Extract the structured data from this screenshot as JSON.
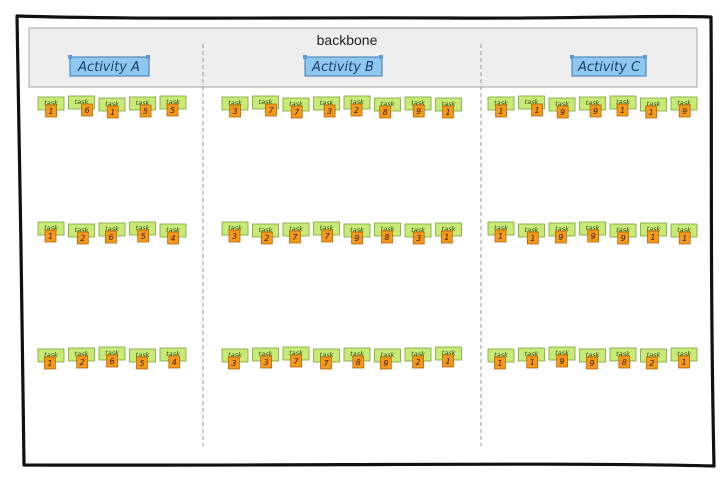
{
  "backbone": {
    "title": "backbone"
  },
  "activities": [
    {
      "label": "Activity A",
      "task_label": "task",
      "rows": [
        [
          "1",
          "6",
          "1",
          "5",
          "5"
        ],
        [
          "1",
          "2",
          "6",
          "5",
          "4"
        ],
        [
          "1",
          "2",
          "6",
          "5",
          "4"
        ]
      ]
    },
    {
      "label": "Activity B",
      "task_label": "task",
      "rows": [
        [
          "3",
          "7",
          "7",
          "3",
          "2",
          "8",
          "9",
          "1"
        ],
        [
          "3",
          "2",
          "7",
          "7",
          "9",
          "8",
          "3",
          "1"
        ],
        [
          "3",
          "3",
          "7",
          "7",
          "8",
          "9",
          "2",
          "1"
        ]
      ]
    },
    {
      "label": "Activity C",
      "task_label": "task",
      "rows": [
        [
          "1",
          "1",
          "9",
          "9",
          "1",
          "1",
          "9"
        ],
        [
          "1",
          "1",
          "9",
          "9",
          "9",
          "1",
          "1"
        ],
        [
          "1",
          "1",
          "9",
          "9",
          "8",
          "2",
          "1"
        ]
      ]
    }
  ],
  "colors": {
    "board_border": "#111111",
    "backbone_fill": "#eeeeee",
    "activity_fill": "#8ec8f0",
    "activity_border": "#3a78b5",
    "task_fill": "#c8eb78",
    "task_border": "#7aa436",
    "number_fill": "#f39a1c",
    "number_border": "#b25a00",
    "divider": "#9a9a9a"
  }
}
